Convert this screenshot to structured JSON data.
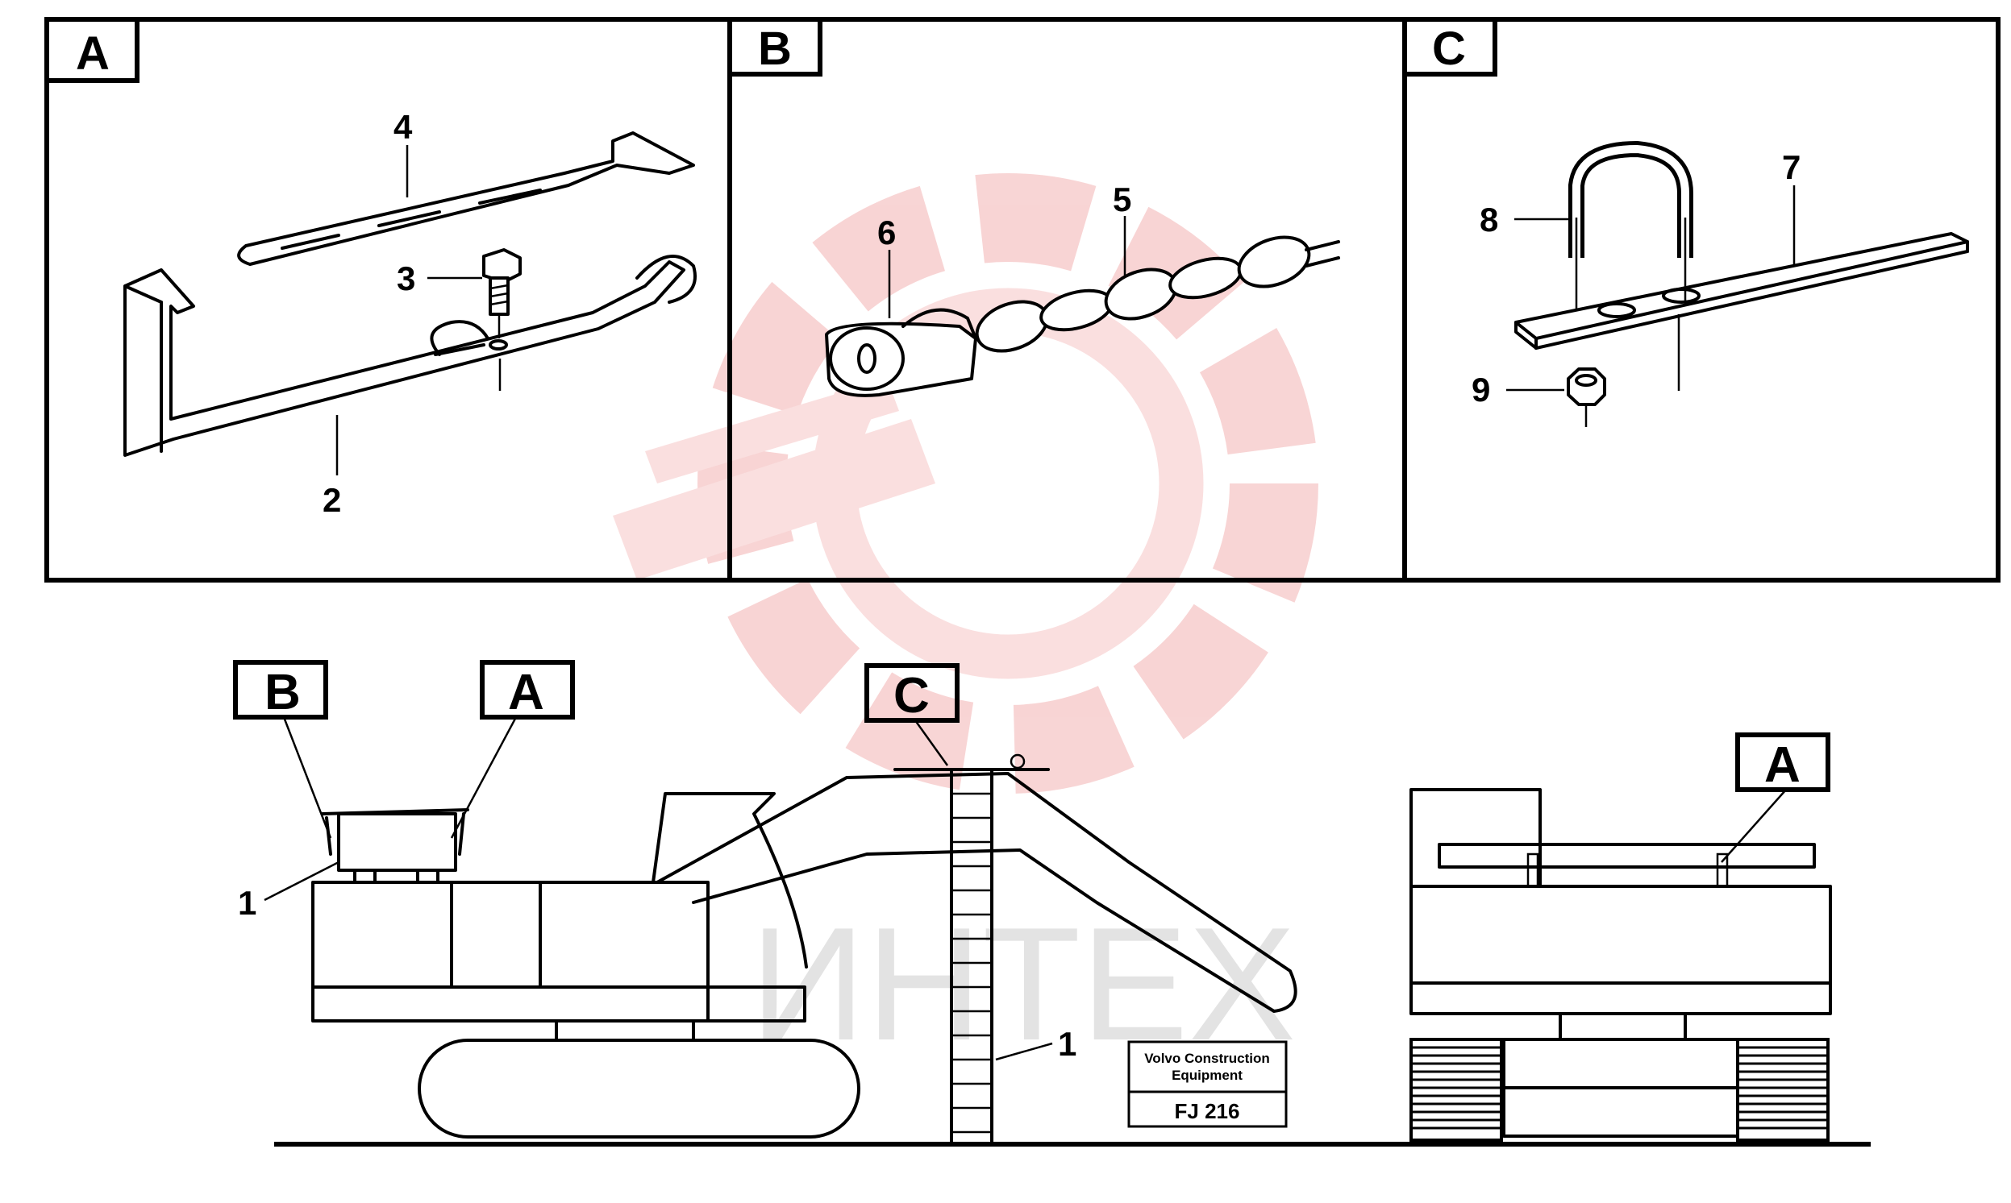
{
  "panels": [
    {
      "letter": "A",
      "callouts": [
        "4",
        "3",
        "2"
      ]
    },
    {
      "letter": "B",
      "callouts": [
        "6",
        "5"
      ]
    },
    {
      "letter": "C",
      "callouts": [
        "8",
        "7",
        "9"
      ]
    }
  ],
  "overview": {
    "tags": {
      "left_b": "B",
      "left_a": "A",
      "ladder_c": "C",
      "right_a": "A"
    },
    "callouts": {
      "left_1": "1",
      "ladder_1": "1"
    }
  },
  "watermark": {
    "text": "ИНТЕХ",
    "color": "#f3b2b2"
  },
  "title_block": {
    "line1": "Volvo Construction",
    "line2": "Equipment",
    "code": "FJ 216"
  }
}
